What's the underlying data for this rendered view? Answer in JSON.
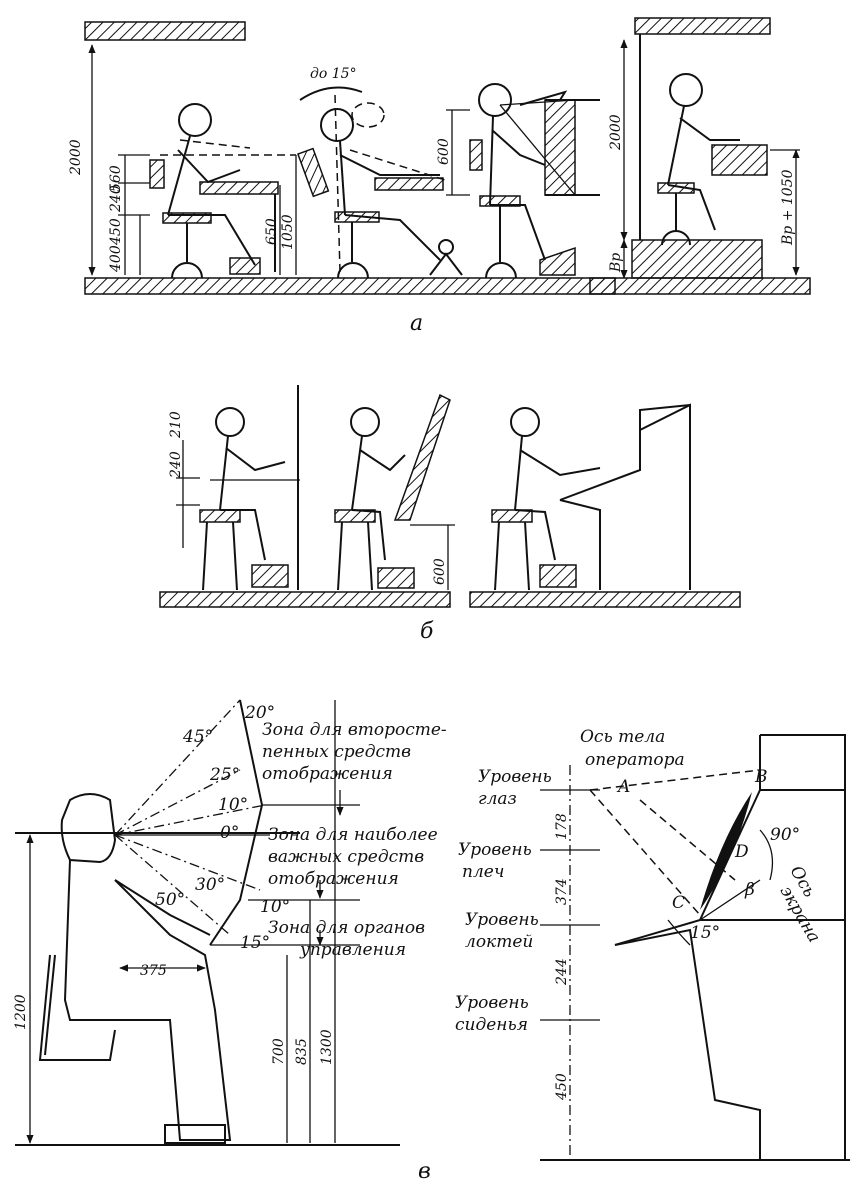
{
  "captions": {
    "a": "а",
    "b": "б",
    "v": "в"
  },
  "panel_a": {
    "dims": [
      "2000",
      "560",
      "240",
      "450",
      "400",
      "650",
      "1050",
      "600",
      "2000",
      "Вр + 1050",
      "Вр"
    ],
    "angle": "до 15°"
  },
  "panel_b": {
    "dims": [
      "240",
      "210",
      "600"
    ]
  },
  "panel_v_left": {
    "angles": [
      "20°",
      "45°",
      "25°",
      "10°",
      "0°",
      "30°",
      "50°",
      "10°",
      "15°"
    ],
    "zones": [
      [
        "Зона для второсте-",
        "пенных средств",
        "отображения"
      ],
      [
        "Зона для наиболее",
        "важных средств",
        "отображения"
      ],
      [
        "Зона для органов",
        "управления"
      ]
    ],
    "dims": [
      "1200",
      "375",
      "700",
      "835",
      "1300"
    ]
  },
  "panel_v_right": {
    "axis_label": [
      "Ось тела",
      "оператора"
    ],
    "levels": [
      [
        "Уровень",
        "глаз"
      ],
      [
        "Уровень",
        "плеч"
      ],
      [
        "Уровень",
        "локтей"
      ],
      [
        "Уровень",
        "сиденья"
      ]
    ],
    "dims": [
      "178",
      "374",
      "244",
      "450"
    ],
    "points": [
      "A",
      "B",
      "D",
      "C"
    ],
    "angles": [
      "90°",
      "15°",
      "β"
    ],
    "screen_axis": [
      "Ось",
      "экрана"
    ]
  }
}
